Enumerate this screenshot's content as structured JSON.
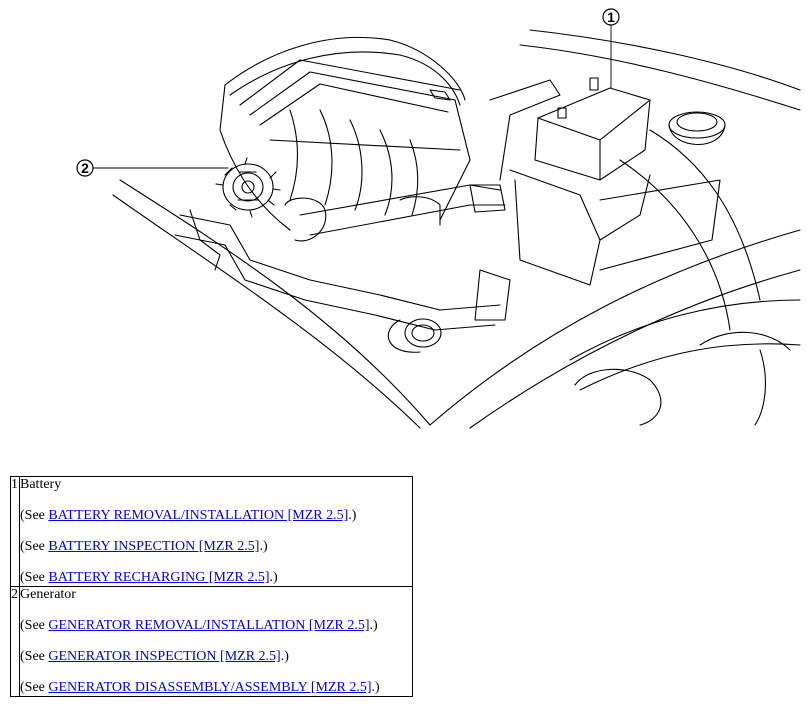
{
  "figure": {
    "callouts": [
      "1",
      "2"
    ]
  },
  "parts": [
    {
      "number": "1",
      "name": "Battery",
      "references": [
        {
          "prefix": "(See ",
          "link": "BATTERY REMOVAL/INSTALLATION [MZR 2.5]",
          "suffix": ".)"
        },
        {
          "prefix": "(See ",
          "link": "BATTERY INSPECTION [MZR 2.5]",
          "suffix": ".)"
        },
        {
          "prefix": "(See ",
          "link": "BATTERY RECHARGING [MZR 2.5]",
          "suffix": ".)"
        }
      ]
    },
    {
      "number": "2",
      "name": "Generator",
      "references": [
        {
          "prefix": "(See ",
          "link": "GENERATOR REMOVAL/INSTALLATION [MZR 2.5]",
          "suffix": ".)"
        },
        {
          "prefix": "(See ",
          "link": "GENERATOR INSPECTION [MZR 2.5]",
          "suffix": ".)"
        },
        {
          "prefix": "(See ",
          "link": "GENERATOR DISASSEMBLY/ASSEMBLY [MZR 2.5]",
          "suffix": ".)"
        }
      ]
    }
  ]
}
